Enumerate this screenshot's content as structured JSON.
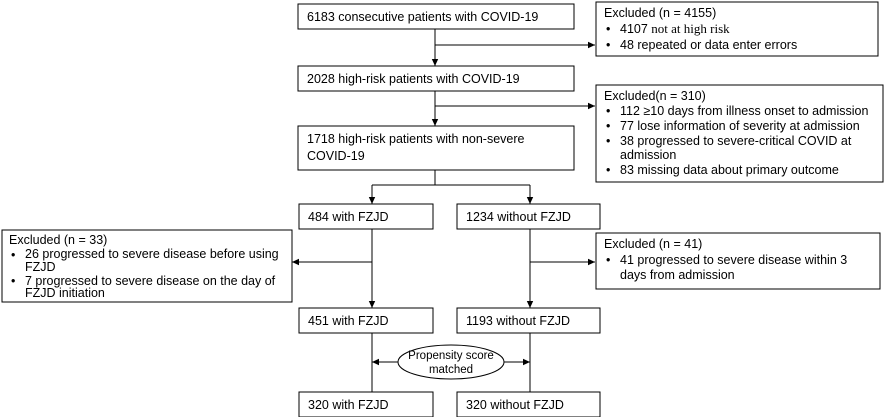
{
  "main": {
    "all_patients": "6183 consecutive patients with COVID-19",
    "high_risk": "2028 high-risk patients with COVID-19",
    "non_severe_line1": "1718 high-risk patients with non-severe",
    "non_severe_line2": "COVID-19",
    "with_fzjd": "484 with FZJD",
    "without_fzjd": "1234 without FZJD",
    "with_fzjd_after": "451 with FZJD",
    "without_fzjd_after": "1193 without FZJD",
    "with_fzjd_matched": "320 with FZJD",
    "without_fzjd_matched": "320 without FZJD"
  },
  "psm": {
    "line1": "Propensity score",
    "line2": "matched"
  },
  "bullet": "•",
  "excluded_1": {
    "title": "Excluded (n = 4155)",
    "item1_prefix": "4107 ",
    "item1_rest": "not at high risk",
    "item2": "48 repeated or data enter errors"
  },
  "excluded_2": {
    "title": "Excluded(n = 310)",
    "item1": "112 ≥10 days from illness onset to admission",
    "item2": "77 lose information of severity at admission",
    "item3_line1": "38 progressed to severe-critical COVID at",
    "item3_line2": "admission",
    "item4": "83 missing data about primary outcome"
  },
  "excluded_3": {
    "title": "Excluded (n = 33)",
    "item1_line1": "26 progressed to severe disease before using",
    "item1_line2": "FZJD",
    "item2_line1": "7 progressed to severe disease on the day of",
    "item2_line2": "FZJD initiation"
  },
  "excluded_4": {
    "title": "Excluded (n = 41)",
    "item1_line1": "41 progressed to severe disease within 3",
    "item1_line2": "days from admission"
  }
}
